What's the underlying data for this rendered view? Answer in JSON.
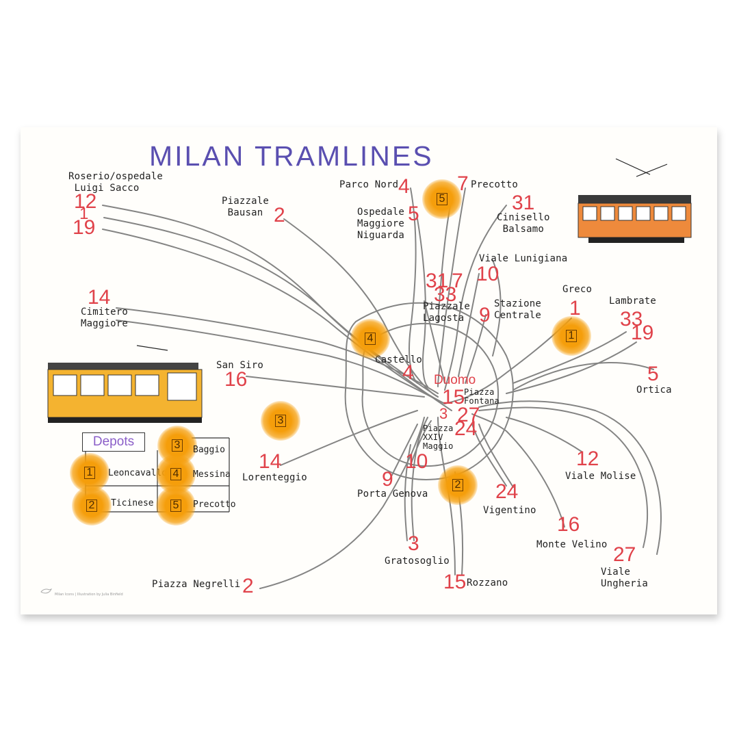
{
  "title": "MILAN TRAMLINES",
  "center": "Duomo",
  "colors": {
    "title": "#5a4fb0",
    "numbers": "#e0424a",
    "depot": "#f59e0b",
    "lines": "#7a7a7a"
  },
  "stations": {
    "roserio": "Roserio/ospedale\n Luigi Sacco",
    "bausan": "Piazzale\n Bausan",
    "parco_nord": "Parco Nord",
    "precotto": "Precotto",
    "niguarda": "Ospedale\nMaggiore\nNiguarda",
    "cinisello": "Cinisello\n Balsamo",
    "lunigiana": "Viale Lunigiana",
    "lagosta": "Piazzale\nLagosta",
    "centrale": "Stazione\nCentrale",
    "greco": "Greco",
    "lambrate": "Lambrate",
    "cimitero": "Cimitero\nMaggiore",
    "castello": "Castello",
    "fontana": "Piazza\nFontana",
    "ortica": "Ortica",
    "san_siro": "San Siro",
    "xxiv_maggio": "Piazza\nXXIV\nMaggio",
    "lorenteggio": "Lorenteggio",
    "porta_genova": "Porta Genova",
    "molise": "Viale Molise",
    "vigentino": "Vigentino",
    "gratosoglio": "Gratosoglio",
    "monte_velino": "Monte Velino",
    "negrelli": "Piazza Negrelli",
    "rozzano": "Rozzano",
    "ungheria": "Viale\nUngheria"
  },
  "numbers": {
    "n12a": "12",
    "n1a": "1",
    "n19a": "19",
    "n2a": "2",
    "n4a": "4",
    "n7a": "7",
    "n5a": "5",
    "n31a": "31",
    "n31b": "31",
    "n7b": "7",
    "n33a": "33",
    "n10a": "10",
    "n9a": "9",
    "n1b": "1",
    "n33b": "33",
    "n19b": "19",
    "n14a": "14",
    "n4b": "4",
    "n5b": "5",
    "n16a": "16",
    "n15a": "15",
    "n3a": "3",
    "n27a": "27",
    "n24a": "24",
    "n14b": "14",
    "n10b": "10",
    "n9b": "9",
    "n12b": "12",
    "n24b": "24",
    "n3b": "3",
    "n16b": "16",
    "n27b": "27",
    "n2b": "2",
    "n15b": "15"
  },
  "depots": {
    "heading": "Depots",
    "items": [
      {
        "number": "1",
        "name": "Leoncavallo"
      },
      {
        "number": "2",
        "name": "Ticinese"
      },
      {
        "number": "3",
        "name": "Baggio"
      },
      {
        "number": "4",
        "name": "Messina"
      },
      {
        "number": "5",
        "name": "Precotto"
      }
    ]
  },
  "credit": "Milan Icons | Illustration by Julia Binfield"
}
